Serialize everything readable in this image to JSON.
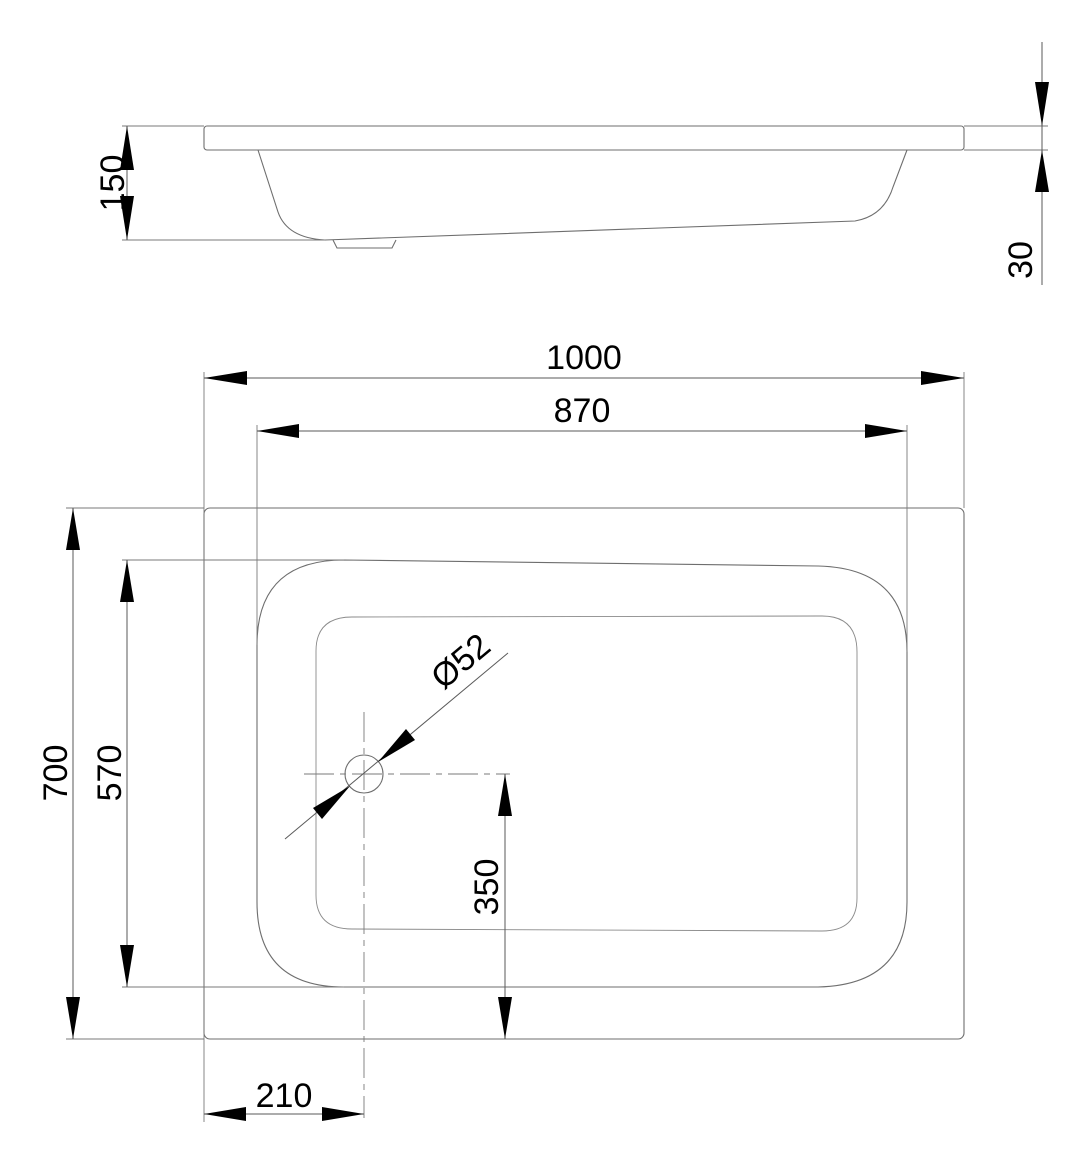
{
  "dimensions": {
    "height_total": "150",
    "rim_thickness": "30",
    "width_outer": "1000",
    "width_inner": "870",
    "depth_outer": "700",
    "depth_inner": "570",
    "drain_from_side": "210",
    "drain_from_front": "350",
    "drain_diameter": "Ø52"
  }
}
